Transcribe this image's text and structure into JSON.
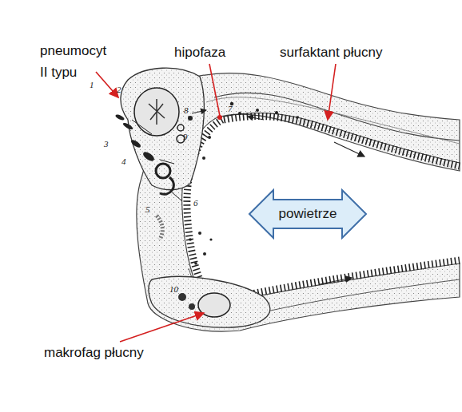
{
  "diagram": {
    "nodes": [
      {
        "text": [
          "powietrze"
        ]
      }
    ],
    "labels": [
      "pneumocyt II typu",
      "hipofaza",
      "surfaktant płucny",
      "makrofag płucny",
      "1",
      "2",
      "3",
      "4",
      "5",
      "6",
      "7",
      "8",
      "9",
      "10"
    ]
  }
}
